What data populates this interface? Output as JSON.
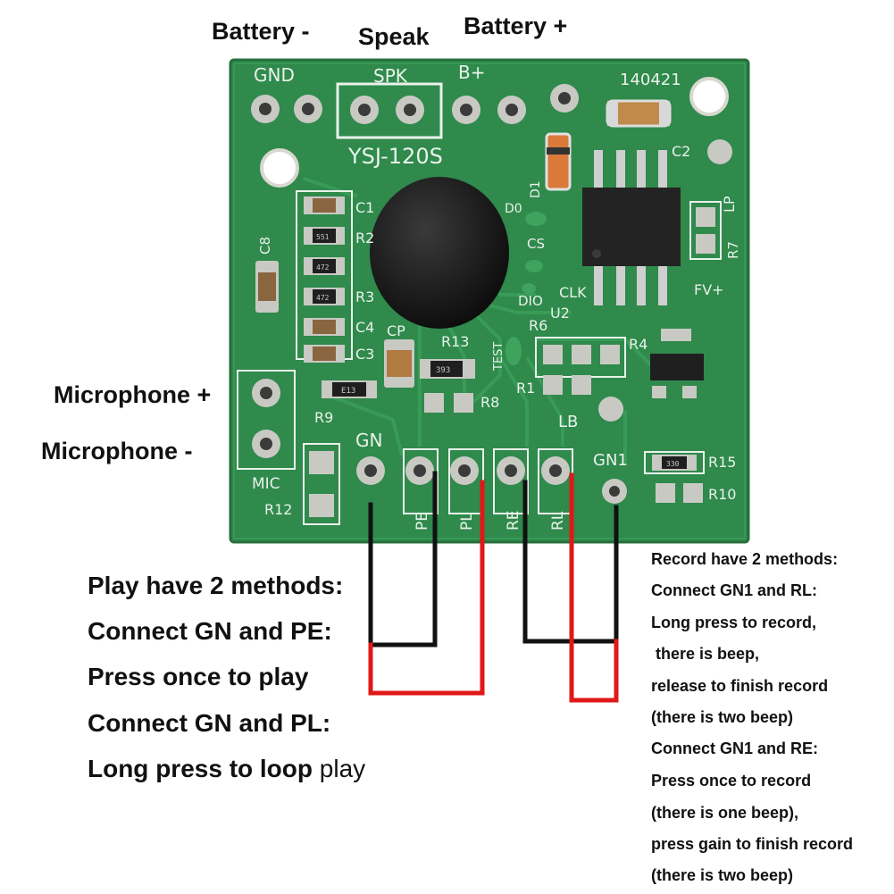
{
  "top_labels": {
    "battery_minus": "Battery -",
    "speak": "Speak",
    "battery_plus": "Battery +"
  },
  "side_labels": {
    "mic_plus": "Microphone +",
    "mic_minus": "Microphone -"
  },
  "board": {
    "gnd": "GND",
    "spk": "SPK",
    "bplus": "B+",
    "date_code": "140421",
    "model": "YSJ-120S",
    "c1": "C1",
    "c2": "C2",
    "c3": "C3",
    "c4": "C4",
    "c8": "C8",
    "r1": "R1",
    "r2": "R2",
    "r3": "R3",
    "r4": "R4",
    "r6": "R6",
    "r7": "R7",
    "r8": "R8",
    "r9": "R9",
    "r10": "R10",
    "r12": "R12",
    "r13": "R13",
    "r15": "R15",
    "d0": "D0",
    "d1": "D1",
    "cs": "CS",
    "clk": "CLK",
    "dio": "DIO",
    "u2": "U2",
    "fv": "FV+",
    "lp": "LP",
    "lb": "LB",
    "cp": "CP",
    "test": "TEST",
    "mic": "MIC",
    "gn": "GN",
    "gn1": "GN1",
    "pe": "PE",
    "pl": "PL",
    "re": "RE",
    "rl": "RL",
    "smd_551": "551",
    "smd_472a": "472",
    "smd_472b": "472",
    "smd_393": "393",
    "smd_e13": "E13",
    "smd_330": "330"
  },
  "play_notes": {
    "line1": "Play have 2 methods:",
    "line2": "Connect GN and PE:",
    "line3": "Press once to play",
    "line4": "Connect GN and PL:",
    "line5_bold": "Long press to loop",
    "line5_plain": "play"
  },
  "record_notes": {
    "line1": "Record have 2 methods:",
    "line2": "Connect GN1 and RL:",
    "line3": "Long press to record,",
    "line4": " there is beep,",
    "line5": "release to finish record",
    "line6": "(there is two beep)",
    "line7": "Connect GN1 and RE:",
    "line8": "Press once to record",
    "line9": "(there is one beep),",
    "line10": "press gain to finish record",
    "line11": "(there is two beep)"
  },
  "colors": {
    "pcb": "#2f8a4c",
    "copper": "#c9c9c4",
    "wire_black": "#111111",
    "wire_red": "#e01818"
  }
}
